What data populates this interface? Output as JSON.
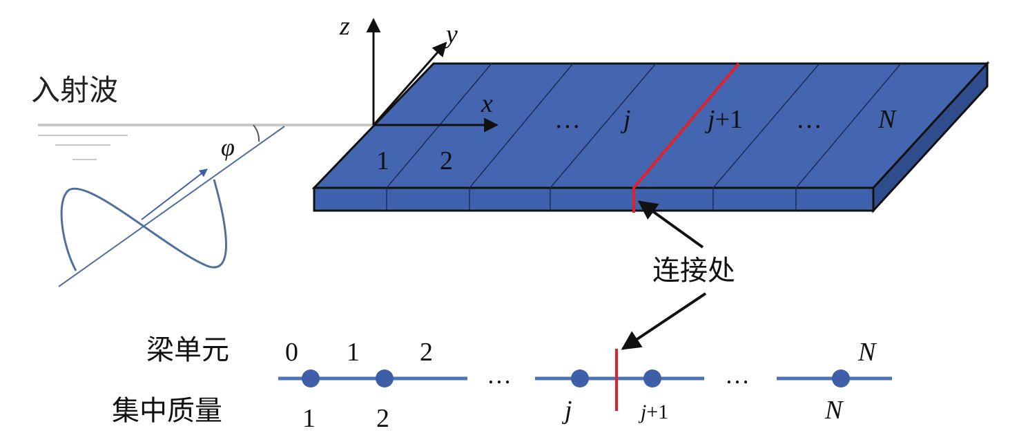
{
  "labels": {
    "incident_wave": "入射波",
    "connection": "连接处",
    "beam_element": "梁单元",
    "lumped_mass": "集中质量",
    "angle": "φ"
  },
  "axes": {
    "x": "x",
    "y": "y",
    "z": "z"
  },
  "plate_segments": [
    "1",
    "2",
    "…",
    "j",
    "j+1",
    "…",
    "N"
  ],
  "beam_numbers": [
    "0",
    "1",
    "2",
    "N"
  ],
  "mass_nodes": {
    "n1": "1",
    "n2": "2",
    "j_base": "j",
    "jp1_base": "j",
    "jp1_suffix": "+1",
    "nN": "N"
  },
  "ellipsis": "…",
  "colors": {
    "plate_top": "#4466b0",
    "plate_front": "#3f62ad",
    "connection": "#e0202a",
    "beam": "#4d72b8",
    "node": "#3d5fa8",
    "wave": "#4f6f9e",
    "water": "#c8c8c8"
  }
}
